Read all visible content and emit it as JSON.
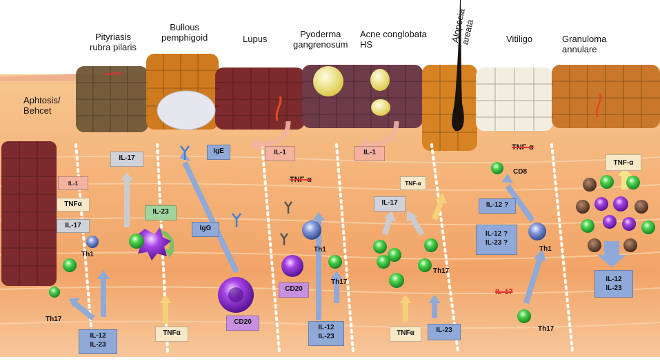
{
  "diseases": {
    "prp": [
      "Pityriasis",
      "rubra pilaris"
    ],
    "bullous": [
      "Bullous",
      "pemphigoid"
    ],
    "lupus": "Lupus",
    "pyoderma": [
      "Pyoderma",
      "gangrenosum"
    ],
    "acne": [
      "Acne conglobata",
      "HS"
    ],
    "alopecia": [
      "Alopecia",
      "areata"
    ],
    "vitiligo": "Vitiligo",
    "granuloma": [
      "Granuloma",
      "annulare"
    ],
    "aphtosis": [
      "Aphtosis/",
      "Behcet"
    ]
  },
  "cytokines": {
    "il1": "IL-1",
    "il17": "IL-17",
    "il23": "IL-23",
    "il12": "IL-12",
    "tnfa_greek": "TNF-α",
    "tnfa": "TNFα",
    "ige": "IgE",
    "igg": "IgG",
    "cd20": "CD20",
    "il12q": "IL-12 ?",
    "il23q": "IL-23 ?"
  },
  "cells": {
    "th1": "Th1",
    "th17": "Th17",
    "cd8": "CD8"
  },
  "colors": {
    "tnf_box": "#f7e8c8",
    "interleukin_box": "#8fa9d9",
    "cd20_box": "#c78fe0",
    "il23_box": "#9fd49c",
    "il1_box": "#f4b3a0",
    "il17_box": "#cfd2d8",
    "strike": "#e53030",
    "dermis": "#f5c08a"
  }
}
